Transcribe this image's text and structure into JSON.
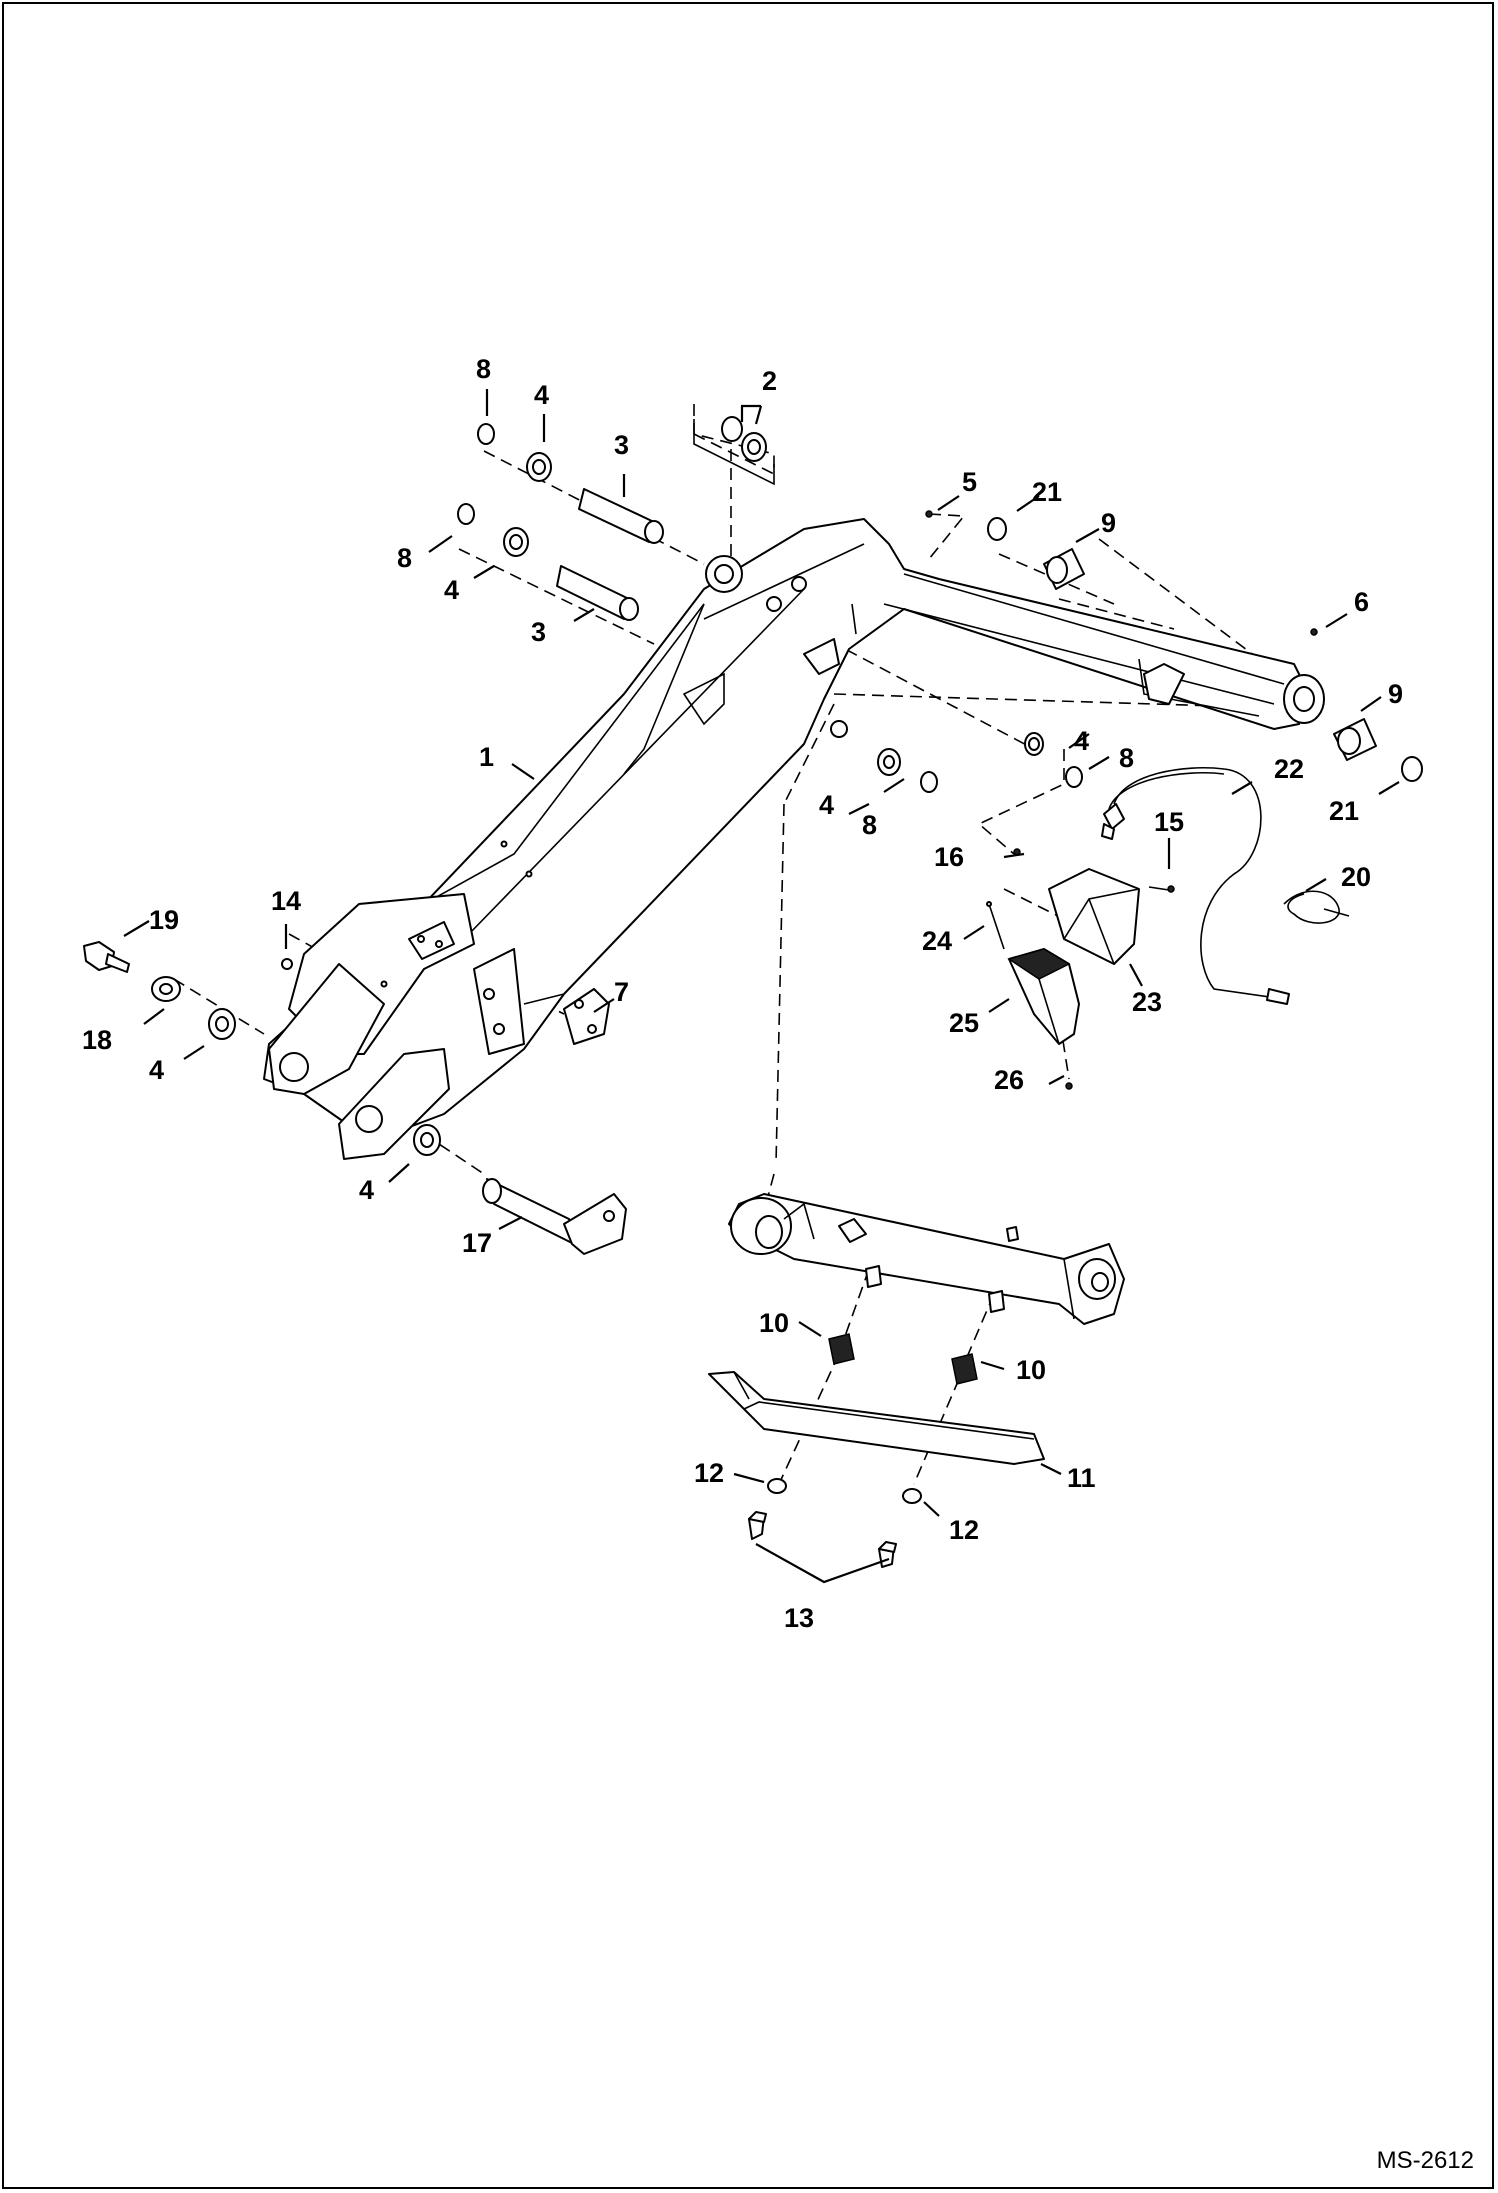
{
  "drawing_code": "MS-2612",
  "callouts": [
    "1",
    "2",
    "3",
    "4",
    "5",
    "6",
    "7",
    "8",
    "9",
    "10",
    "11",
    "12",
    "13",
    "14",
    "15",
    "16",
    "17",
    "18",
    "19",
    "20",
    "21",
    "22",
    "23",
    "24",
    "25",
    "26"
  ],
  "colors": {
    "ink": "#000000",
    "paper": "#ffffff"
  }
}
